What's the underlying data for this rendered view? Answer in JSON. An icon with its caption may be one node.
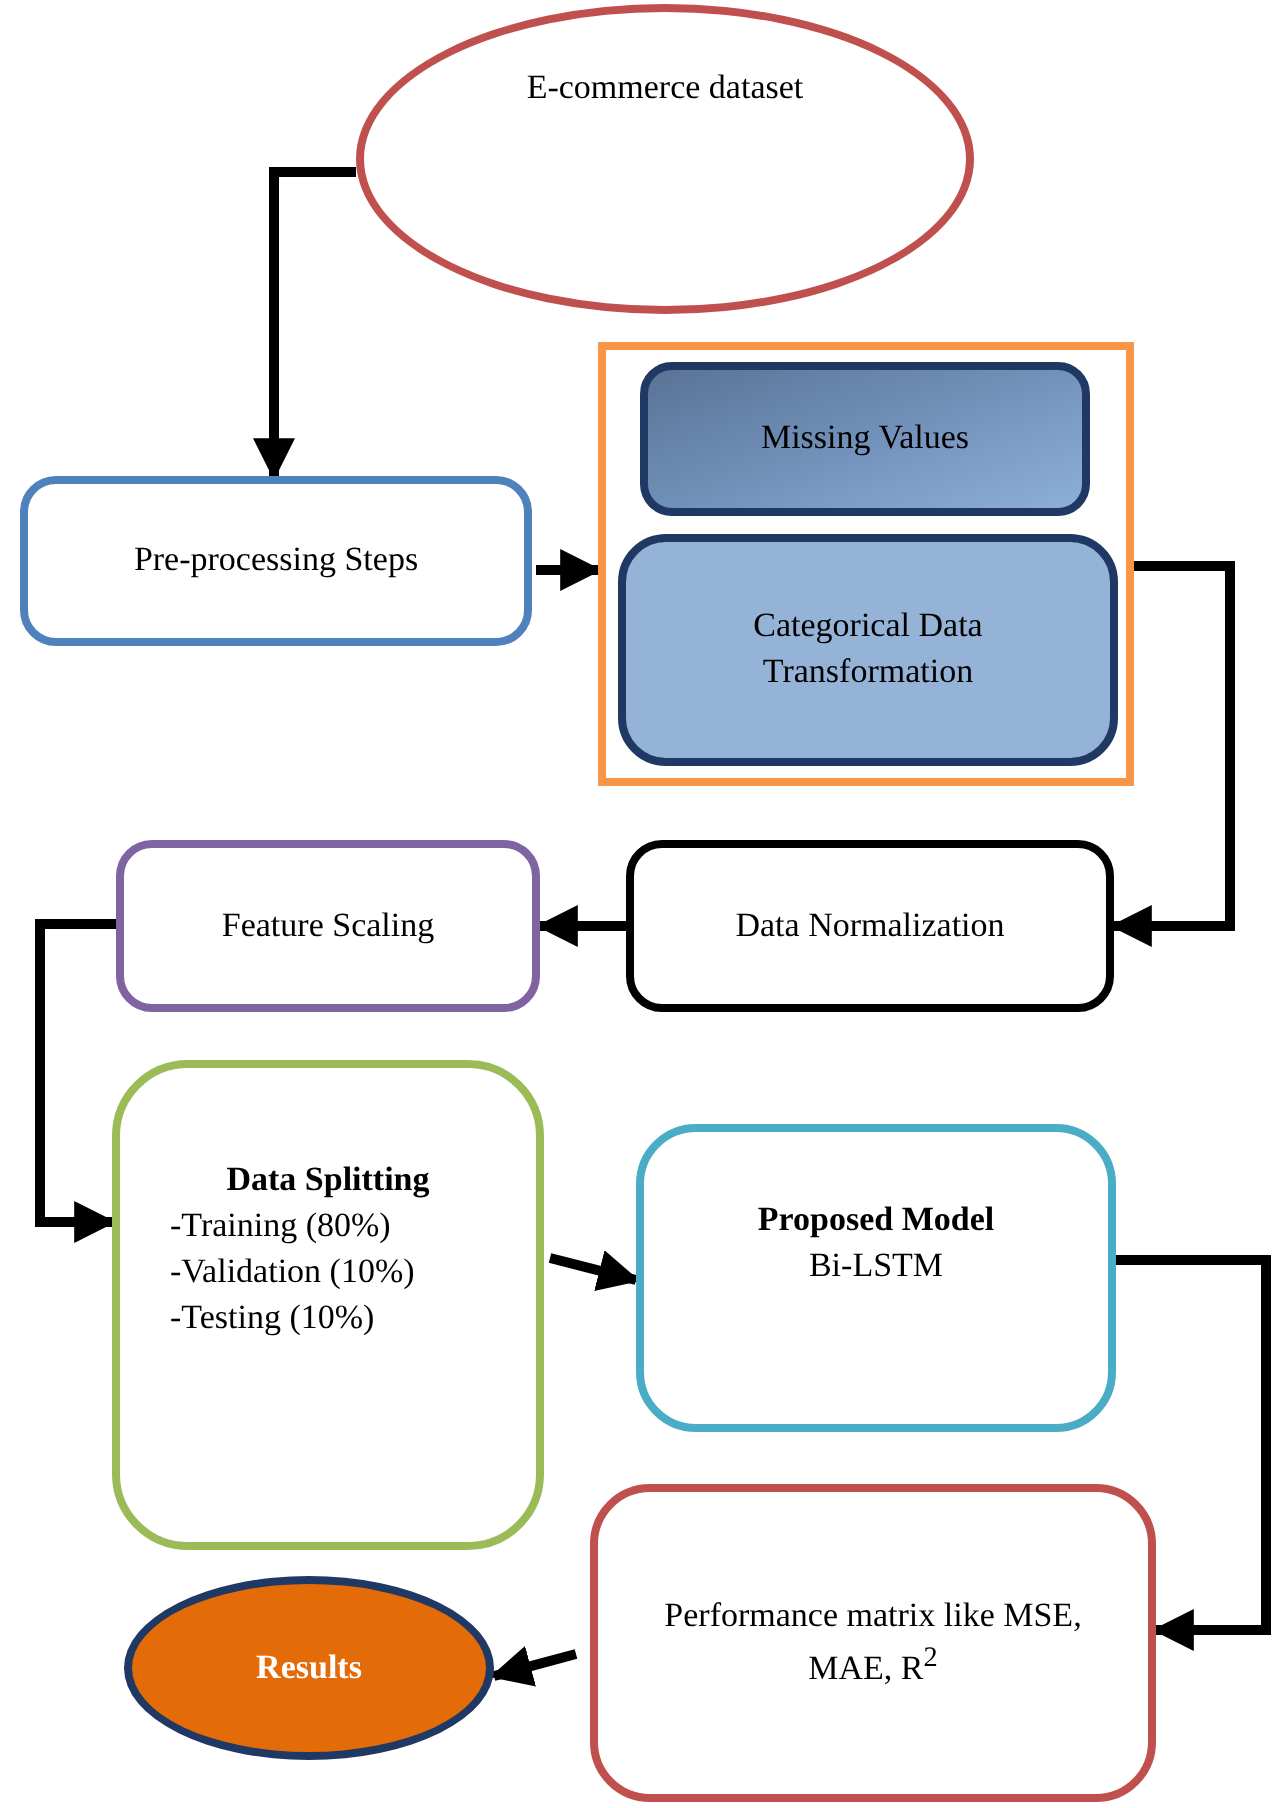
{
  "diagram": {
    "nodes": [
      {
        "text": [
          "E-commerce dataset"
        ]
      },
      {
        "text": [
          "Pre-processing Steps"
        ]
      },
      {
        "text": [],
        "shape": "box"
      },
      {
        "text": [
          "Missing Values"
        ],
        "in": 2
      },
      {
        "text": [
          "Categorical Data Transformation"
        ],
        "in": 2
      },
      {
        "text": [
          "Data Normalization"
        ]
      },
      {
        "text": [
          "Feature Scaling"
        ]
      },
      {
        "text": [
          "Data Splitting",
          "-Training (80%)",
          "-Validation (10%)",
          "-Testing (10%)"
        ]
      },
      {
        "text": [
          "Proposed Model",
          "Bi-LSTM"
        ]
      },
      {
        "text": [
          "Performance matrix like MSE, MAE, R$^{2}$"
        ]
      },
      {
        "text": [
          "Results"
        ]
      }
    ],
    "edges": [
      {
        "from": 0,
        "to": 1,
        "arrow": "to"
      },
      {
        "from": 1,
        "to": 2,
        "arrow": "to"
      },
      {
        "from": 2,
        "to": 5,
        "arrow": "to"
      },
      {
        "from": 5,
        "to": 6,
        "arrow": "to"
      },
      {
        "from": 6,
        "to": 7,
        "arrow": "to"
      },
      {
        "from": 7,
        "to": 8,
        "arrow": "to"
      },
      {
        "from": 8,
        "to": 9,
        "arrow": "to"
      },
      {
        "from": 9,
        "to": 10,
        "arrow": "to"
      }
    ]
  }
}
